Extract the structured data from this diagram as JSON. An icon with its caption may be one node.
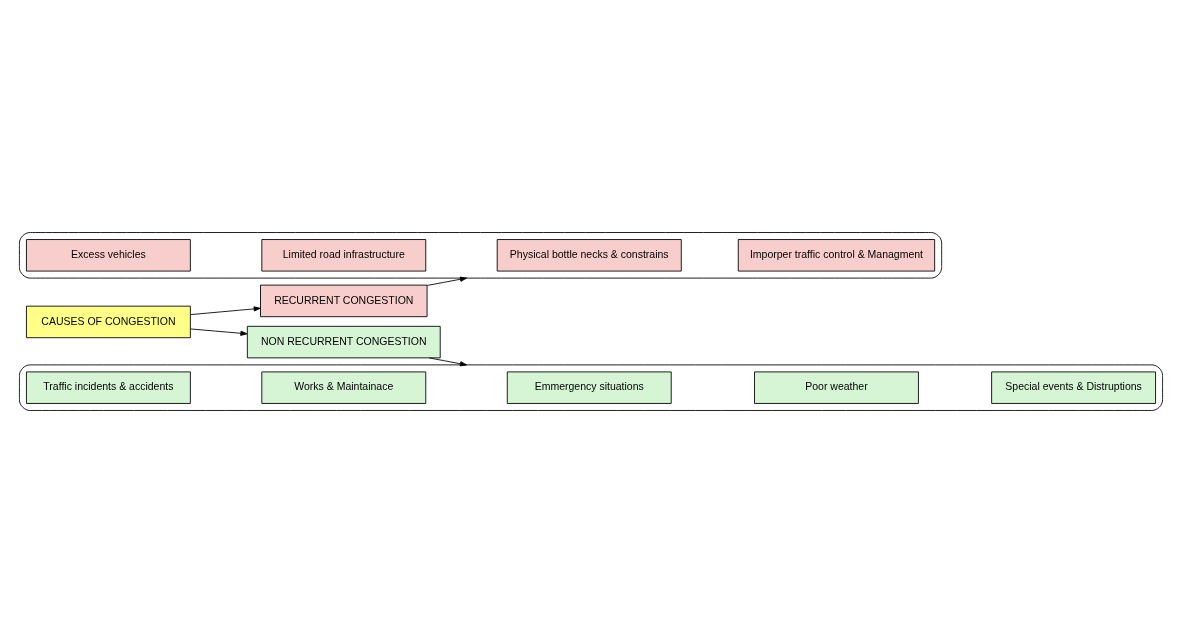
{
  "diagram": {
    "nodes": [
      {
        "text": [
          "CAUSES OF CONGESTION"
        ]
      },
      {
        "text": [
          "RECURRENT CONGESTION"
        ]
      },
      {
        "text": [
          "NON RECURRENT CONGESTION"
        ]
      },
      {
        "text": [],
        "shape": "box"
      },
      {
        "text": [
          "Excess vehicles"
        ],
        "in": 3
      },
      {
        "text": [
          "Limited road infrastructure"
        ],
        "in": 3
      },
      {
        "text": [
          "Physical bottle necks & constrains"
        ],
        "in": 3
      },
      {
        "text": [
          "Imporper traffic control & Managment"
        ],
        "in": 3
      },
      {
        "text": [],
        "shape": "box"
      },
      {
        "text": [
          "Traffic incidents & accidents"
        ],
        "in": 8
      },
      {
        "text": [
          "Works & Maintainace"
        ],
        "in": 8
      },
      {
        "text": [
          "Emmergency situations"
        ],
        "in": 8
      },
      {
        "text": [
          "Poor weather"
        ],
        "in": 8
      },
      {
        "text": [
          "Special events & Distruptions"
        ],
        "in": 8
      }
    ],
    "edges": [
      {
        "from": 0,
        "to": 1,
        "arrow": "to"
      },
      {
        "from": 0,
        "to": 2,
        "arrow": "to"
      },
      {
        "from": 1,
        "to": 3,
        "arrow": "to"
      },
      {
        "from": 2,
        "to": 8,
        "arrow": "to"
      }
    ]
  }
}
